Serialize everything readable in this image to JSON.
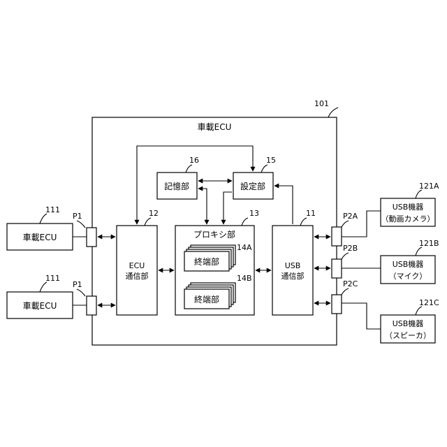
{
  "ecu": {
    "ref": "101",
    "title": "車載ECU"
  },
  "units": {
    "ecu_comm": {
      "ref": "12",
      "line1": "ECU",
      "line2": "通信部"
    },
    "usb_comm": {
      "ref": "11",
      "line1": "USB",
      "line2": "通信部"
    },
    "memory": {
      "ref": "16",
      "label": "記憶部"
    },
    "setting": {
      "ref": "15",
      "label": "設定部"
    },
    "proxy": {
      "ref": "13",
      "label": "プロキシ部"
    },
    "terminal_a": {
      "ref": "14A",
      "label": "終端部"
    },
    "terminal_b": {
      "ref": "14B",
      "label": "終端部"
    }
  },
  "external_ecus": [
    {
      "ref": "111",
      "label": "車載ECU",
      "port": "P1"
    },
    {
      "ref": "111",
      "label": "車載ECU",
      "port": "P1"
    }
  ],
  "usb_devices": [
    {
      "ref": "121A",
      "port": "P2A",
      "line1": "USB機器",
      "line2": "（動画カメラ）"
    },
    {
      "ref": "121B",
      "port": "P2B",
      "line1": "USB機器",
      "line2": "（マイク）"
    },
    {
      "ref": "121C",
      "port": "P2C",
      "line1": "USB機器",
      "line2": "（スピーカ）"
    }
  ]
}
